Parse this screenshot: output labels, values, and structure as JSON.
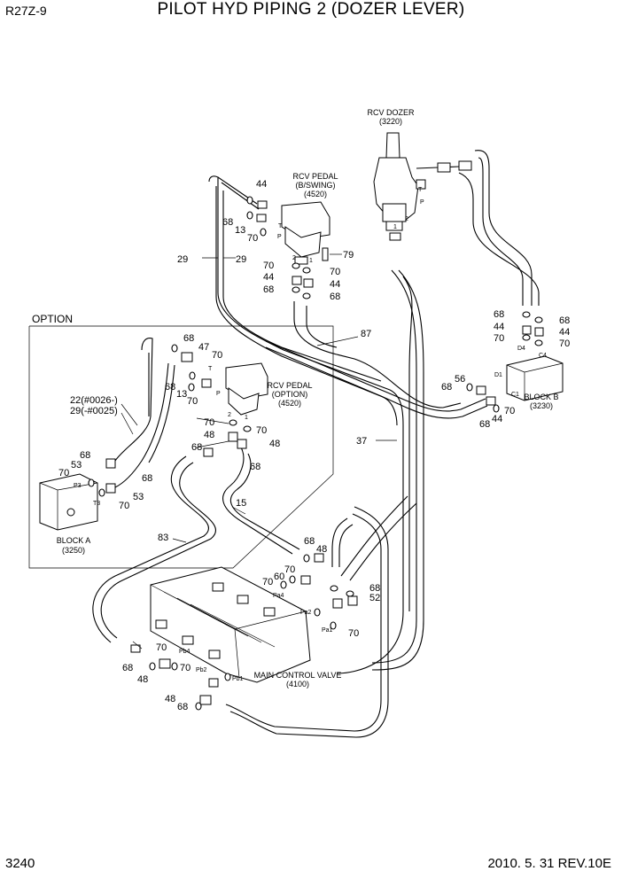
{
  "header": {
    "model_code": "R27Z-9",
    "title": "PILOT HYD PIPING 2 (DOZER LEVER)"
  },
  "footer": {
    "page_number": "3240",
    "revision": "2010. 5. 31  REV.10E"
  },
  "option_box": {
    "label": "OPTION"
  },
  "components": {
    "rcv_dozer": {
      "name": "RCV DOZER",
      "code": "(3220)"
    },
    "rcv_pedal_bswing": {
      "name": "RCV PEDAL",
      "sub": "(B/SWING)",
      "code": "(4520)"
    },
    "rcv_pedal_option": {
      "name": "RCV PEDAL",
      "sub": "(OPTION)",
      "code": "(4520)"
    },
    "block_a": {
      "name": "BLOCK A",
      "code": "(3250)"
    },
    "block_b": {
      "name": "BLOCK B",
      "code": "(3230)"
    },
    "main_control_valve": {
      "name": "MAIN CONTROL VALVE",
      "code": "(4100)"
    }
  },
  "callouts": [
    {
      "label": "44"
    },
    {
      "label": "68"
    },
    {
      "label": "13"
    },
    {
      "label": "70"
    },
    {
      "label": "29"
    },
    {
      "label": "29"
    },
    {
      "label": "79"
    },
    {
      "label": "70"
    },
    {
      "label": "70"
    },
    {
      "label": "44"
    },
    {
      "label": "44"
    },
    {
      "label": "68"
    },
    {
      "label": "68"
    },
    {
      "label": "87"
    },
    {
      "label": "68"
    },
    {
      "label": "68"
    },
    {
      "label": "44"
    },
    {
      "label": "44"
    },
    {
      "label": "70"
    },
    {
      "label": "70"
    },
    {
      "label": "56"
    },
    {
      "label": "68"
    },
    {
      "label": "70"
    },
    {
      "label": "44"
    },
    {
      "label": "68"
    },
    {
      "label": "37"
    },
    {
      "label": "68"
    },
    {
      "label": "47"
    },
    {
      "label": "70"
    },
    {
      "label": "68"
    },
    {
      "label": "13"
    },
    {
      "label": "70"
    },
    {
      "label": "22(#0026-)"
    },
    {
      "label": "29(-#0025)"
    },
    {
      "label": "70"
    },
    {
      "label": "48"
    },
    {
      "label": "70"
    },
    {
      "label": "48"
    },
    {
      "label": "68"
    },
    {
      "label": "68"
    },
    {
      "label": "68"
    },
    {
      "label": "53"
    },
    {
      "label": "70"
    },
    {
      "label": "68"
    },
    {
      "label": "53"
    },
    {
      "label": "70"
    },
    {
      "label": "15"
    },
    {
      "label": "83"
    },
    {
      "label": "68"
    },
    {
      "label": "48"
    },
    {
      "label": "70"
    },
    {
      "label": "60"
    },
    {
      "label": "70"
    },
    {
      "label": "68"
    },
    {
      "label": "52"
    },
    {
      "label": "70"
    },
    {
      "label": "70"
    },
    {
      "label": "68"
    },
    {
      "label": "48"
    },
    {
      "label": "70"
    },
    {
      "label": "48"
    },
    {
      "label": "68"
    }
  ],
  "port_labels": [
    {
      "label": "T"
    },
    {
      "label": "2"
    },
    {
      "label": "1"
    },
    {
      "label": "P"
    },
    {
      "label": "T"
    },
    {
      "label": "P"
    },
    {
      "label": "2"
    },
    {
      "label": "1"
    },
    {
      "label": "T"
    },
    {
      "label": "P"
    },
    {
      "label": "2"
    },
    {
      "label": "1"
    },
    {
      "label": "P3"
    },
    {
      "label": "T3"
    },
    {
      "label": "D4"
    },
    {
      "label": "C4"
    },
    {
      "label": "D1"
    },
    {
      "label": "C1"
    },
    {
      "label": "Pa4"
    },
    {
      "label": "Pa2"
    },
    {
      "label": "Pa1"
    },
    {
      "label": "Pb4"
    },
    {
      "label": "Pb2"
    },
    {
      "label": "Pb1"
    }
  ]
}
